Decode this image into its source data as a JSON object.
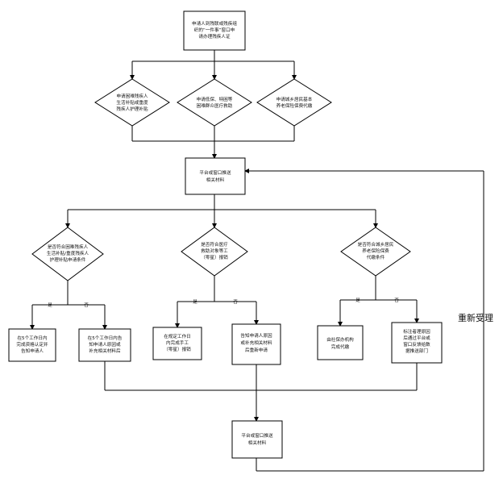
{
  "start": [
    "申请人到残联或残疾组",
    "织的“一件事”窗口申",
    "请办理残疾人证"
  ],
  "apply_items": [
    [
      "申请困难残疾人",
      "生活补贴或重度",
      "残疾人护理补贴"
    ],
    [
      "申请低保、特困等",
      "困难群众医疗救助"
    ],
    [
      "申请城乡居民基本",
      "养老保险保费代缴"
    ]
  ],
  "platform_top": [
    "平台或窗口推送",
    "相关材料"
  ],
  "decisions": [
    [
      "是否符合困难残疾人",
      "生活补贴/重度残疾人",
      "护理补贴申请条件"
    ],
    [
      "是否符合医疗",
      "救助对象等工",
      "（零星）报销"
    ],
    [
      "是否符合城乡居民",
      "养老保险保费",
      "代缴条件"
    ]
  ],
  "yes": "是",
  "no": "否",
  "outcomes": [
    [
      "在5个工作日内",
      "完成资格认定并",
      "告知申请人"
    ],
    [
      "在5个工作日内告",
      "知申请人原因或",
      "补充相关材料后"
    ],
    [
      "在规定工作日",
      "内完成手工",
      "（零星）报销"
    ],
    [
      "告知申请人原因",
      "或补充相关材料",
      "后重新申请"
    ],
    [
      "由社保办机构",
      "完成代缴"
    ],
    [
      "标注者理原因",
      "后通过平台或",
      "窗口反馈给数",
      "据推送部门"
    ]
  ],
  "platform_bottom": [
    "平台或窗口推送",
    "相关材料"
  ],
  "reaccept": "重新受理"
}
